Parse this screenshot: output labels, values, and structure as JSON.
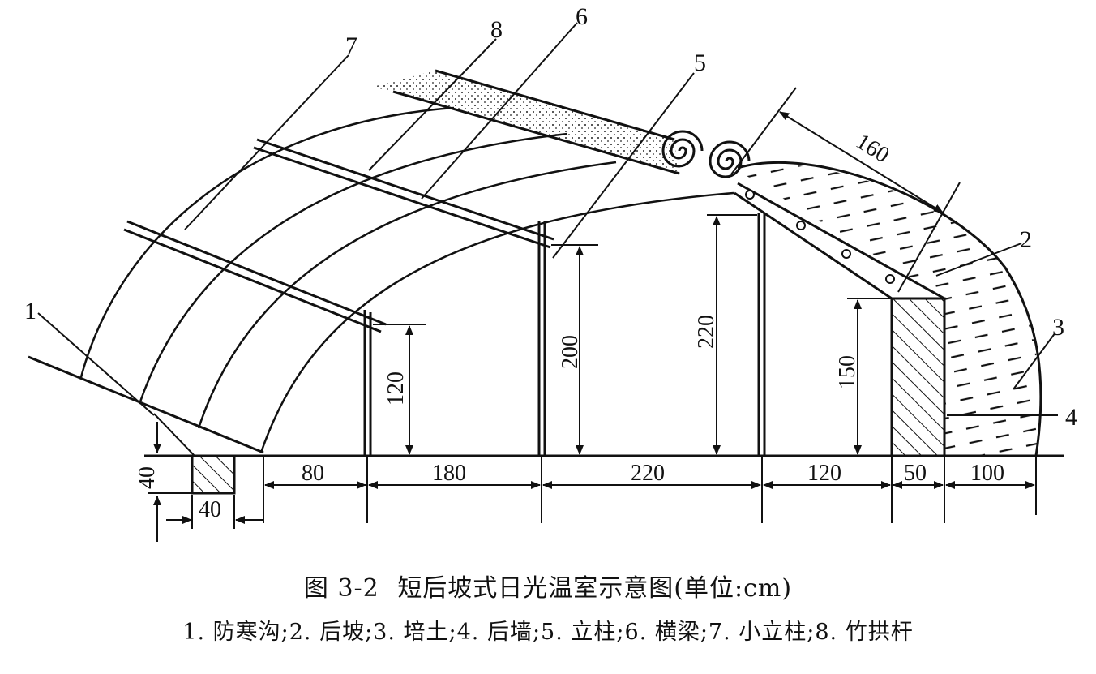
{
  "figure": {
    "caption_number": "图 3-2",
    "caption_title": "短后坡式日光温室示意图(单位:cm)",
    "legend": "1. 防寒沟;2. 后坡;3. 培土;4. 后墙;5. 立柱;6. 横梁;7. 小立柱;8. 竹拱杆"
  },
  "part_labels": [
    "1",
    "2",
    "3",
    "4",
    "5",
    "6",
    "7",
    "8"
  ],
  "dimensions": {
    "roof_slope": "160",
    "col_120": "120",
    "col_200": "200",
    "col_220": "220",
    "wall_150": "150",
    "trench_depth": "40",
    "trench_width": "40",
    "span_80": "80",
    "span_180": "180",
    "span_220": "220",
    "span_120": "120",
    "span_50": "50",
    "span_100": "100"
  }
}
